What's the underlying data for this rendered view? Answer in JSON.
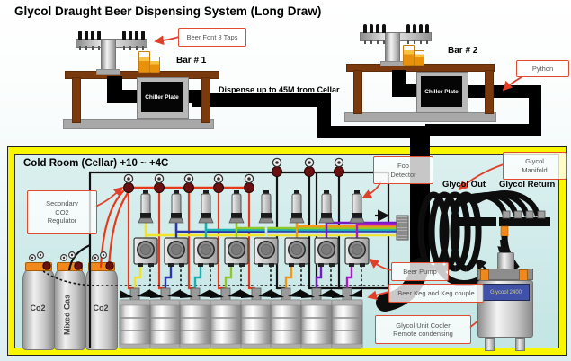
{
  "title": "Glycol Draught Beer Dispensing System (Long Draw)",
  "bar1": {
    "label": "Bar # 1",
    "chiller_label": "Chiller Plate"
  },
  "bar2": {
    "label": "Bar # 2",
    "chiller_label": "Chiller Plate"
  },
  "dispense_note": "Dispense up to 45M from Cellar",
  "cold_room": {
    "label": "Cold Room (Cellar) +10 ~ +4C",
    "glycol_out_label": "Glycol Out",
    "glycol_return_label": "Glycol Return",
    "cylinder_labels": [
      "Co2",
      "Mixed Gas",
      "Co2"
    ],
    "glycol_unit_plate": "Glycool 2400"
  },
  "callouts": {
    "beer_font": "Beer Font 8 Taps",
    "python": "Python",
    "secondary_co2": "Secondary\nCO2\nRegulator",
    "fob_detector": "Fob\nDetector",
    "glycol_manifold": "Glycol\nManifold",
    "beer_pump": "Beer Pump",
    "beer_keg": "Beer Keg and Keg couple",
    "glycol_unit": "Glycol Unit Cooler\nRemote condensing"
  },
  "system": {
    "taps_per_font": 8,
    "beer_line_count": 8,
    "co2_secondary_regulators": 5,
    "mixed_gas_secondary_regulators": 3
  },
  "colors": {
    "callout_accent": "#e04a2e",
    "co2_line": "#e8391b",
    "gas_line": "#151515",
    "pipe_black": "#0d0d0d",
    "frame_yellow": "#f8f700",
    "cold_room_bg": "#cfe9e8",
    "beer_lines": [
      "#f0e428",
      "#2a35a8",
      "#18b0b0",
      "#90c828",
      "#cfe6ee",
      "#f09818",
      "#7718c8",
      "#b018c8"
    ]
  }
}
